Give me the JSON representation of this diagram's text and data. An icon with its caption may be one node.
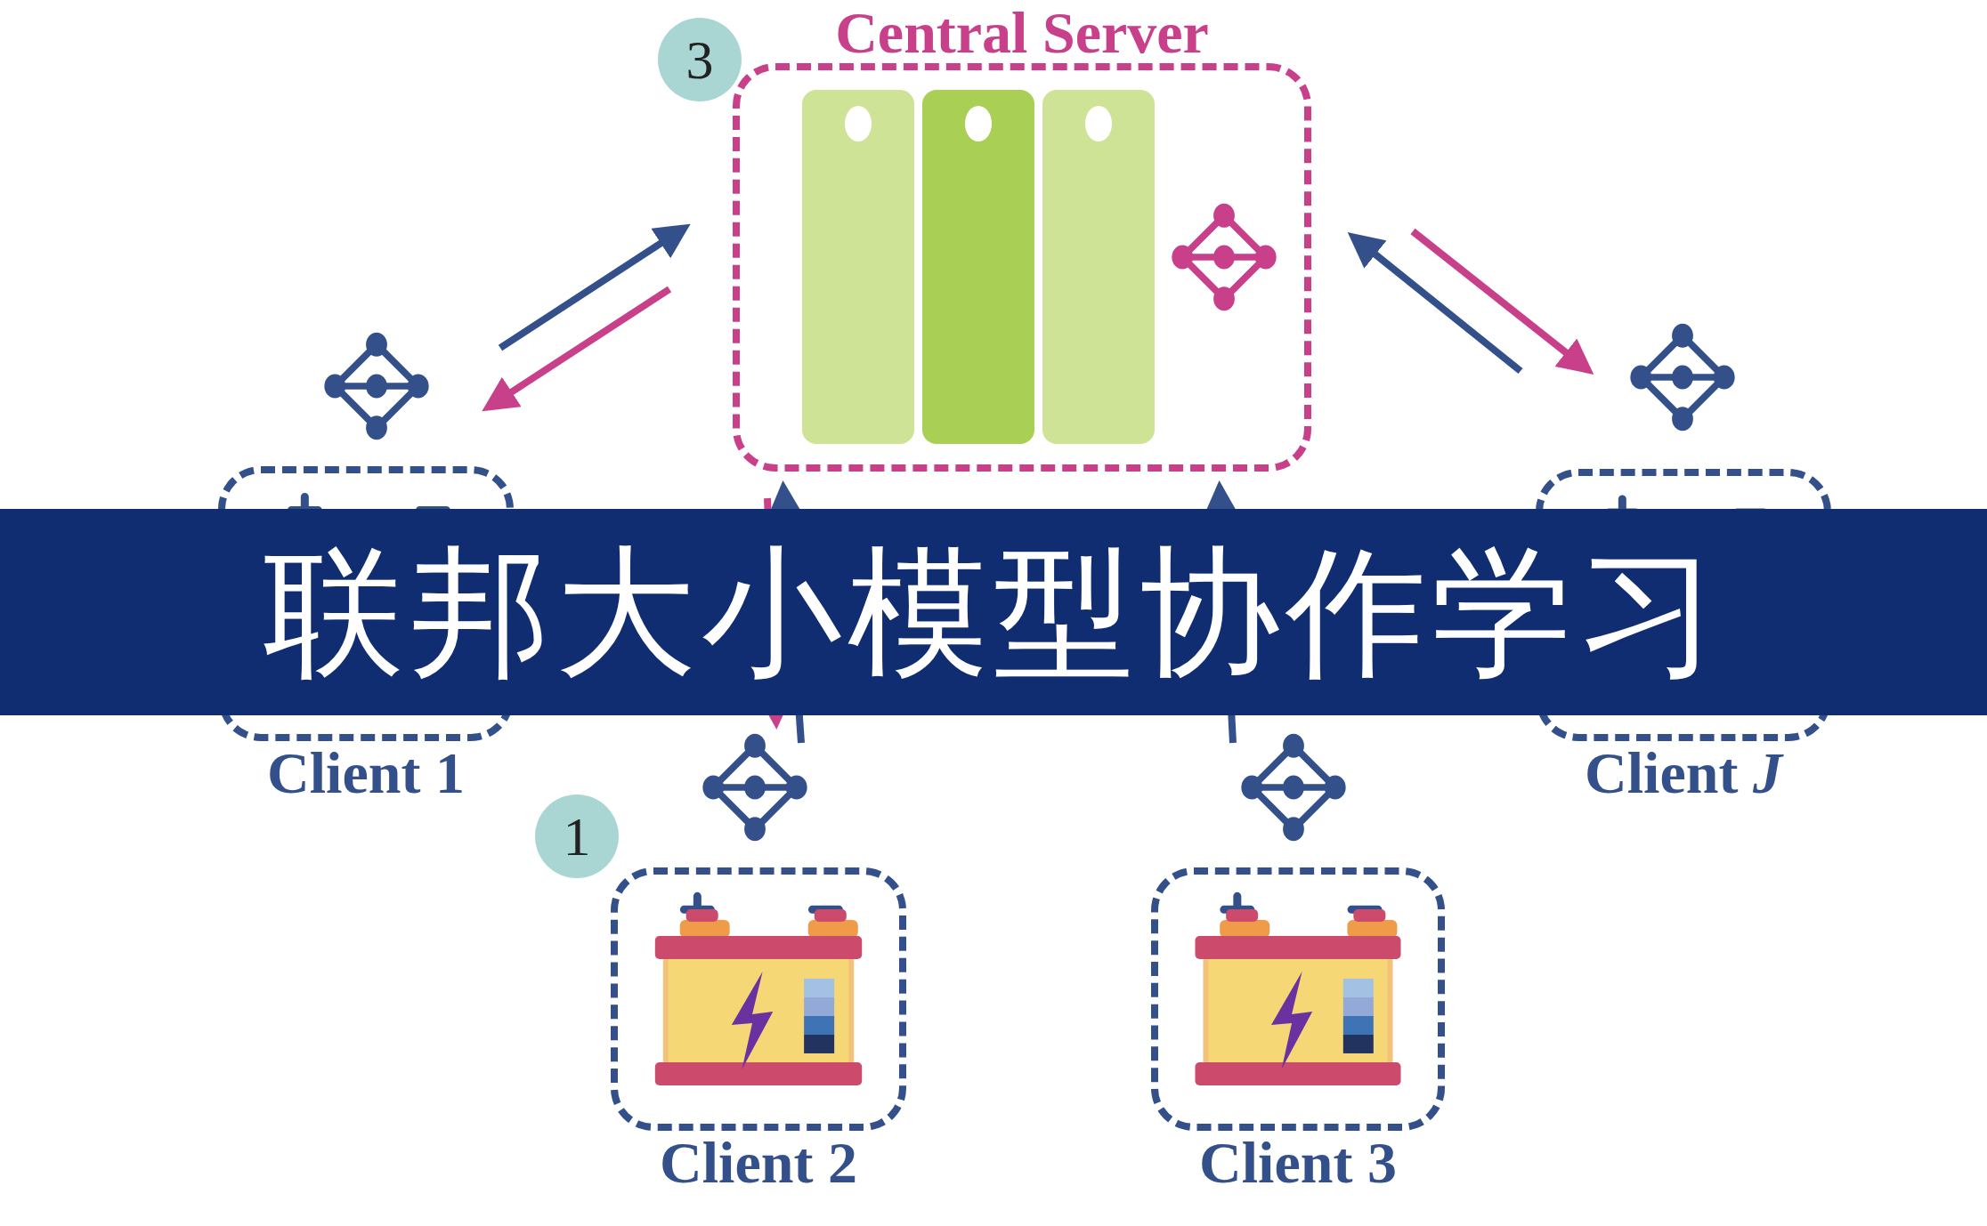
{
  "diagram": {
    "title": "联邦大小模型协作学习",
    "nodes": [
      {
        "text": [
          "Central Server"
        ]
      },
      {
        "text": [
          "Client 1"
        ]
      },
      {
        "text": [
          "Client *J*"
        ]
      },
      {
        "text": [
          "Client 2"
        ]
      },
      {
        "text": [
          "Client 3"
        ]
      }
    ],
    "edges": [
      {
        "from": 1,
        "to": 0,
        "arrow": "to"
      },
      {
        "from": 0,
        "to": 1,
        "arrow": "to",
        "color": "#c8408a"
      },
      {
        "from": 2,
        "to": 0,
        "arrow": "to"
      },
      {
        "from": 0,
        "to": 2,
        "arrow": "to",
        "color": "#c8408a"
      },
      {
        "from": 3,
        "to": 0,
        "arrow": "to"
      },
      {
        "from": 0,
        "to": 3,
        "arrow": "to",
        "color": "#c8408a"
      },
      {
        "from": 4,
        "to": 0,
        "arrow": "to"
      }
    ],
    "labels": [
      "3",
      "1"
    ]
  }
}
